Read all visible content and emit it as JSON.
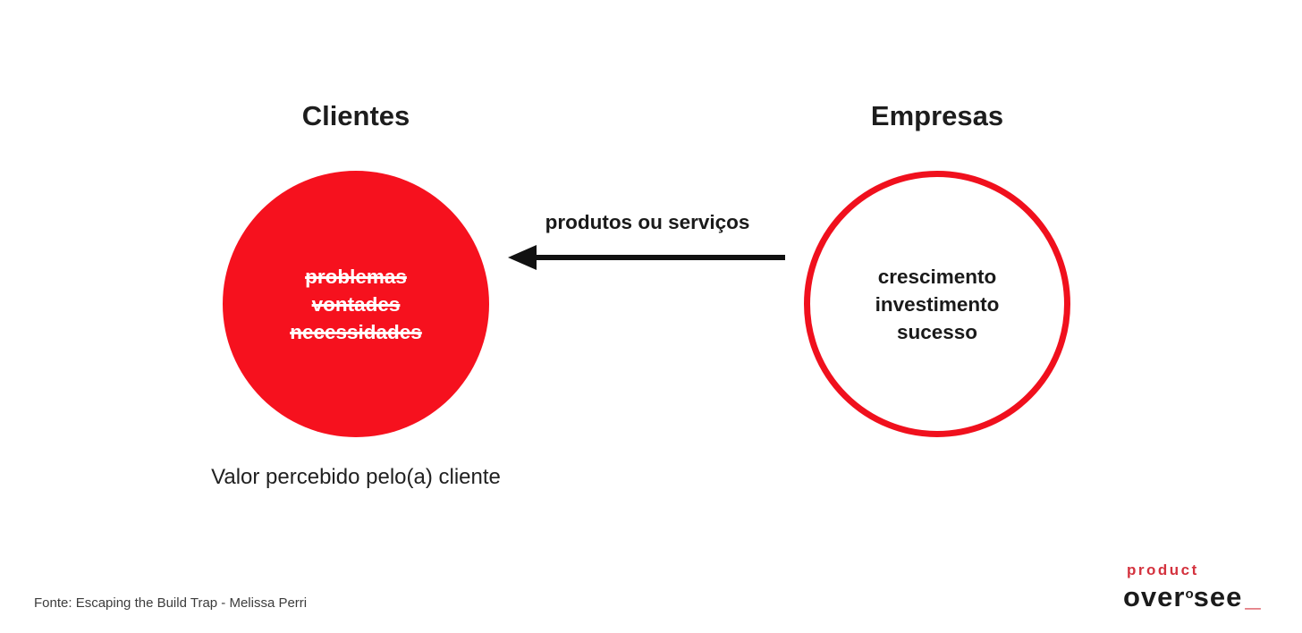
{
  "colors": {
    "circle_fill_red": "#f6111e",
    "circle_stroke_red": "#f0101d",
    "arrow_black": "#111111",
    "text_dark": "#1d1d1d",
    "source_gray": "#3c3c3c",
    "logo_red": "#d4323e"
  },
  "clients": {
    "title": "Clientes",
    "items": [
      "problemas",
      "vontades",
      "necessidades"
    ],
    "caption": "Valor percebido pelo(a) cliente"
  },
  "companies": {
    "title": "Empresas",
    "items": [
      "crescimento",
      "investimento",
      "sucesso"
    ]
  },
  "arrow": {
    "label": "produtos ou serviços",
    "direction": "right-to-left"
  },
  "source": "Fonte: Escaping the Build Trap - Melissa Perri",
  "logo": {
    "top": "product",
    "part1": "over",
    "ring": "o",
    "part2": "see",
    "underscore": "_"
  }
}
